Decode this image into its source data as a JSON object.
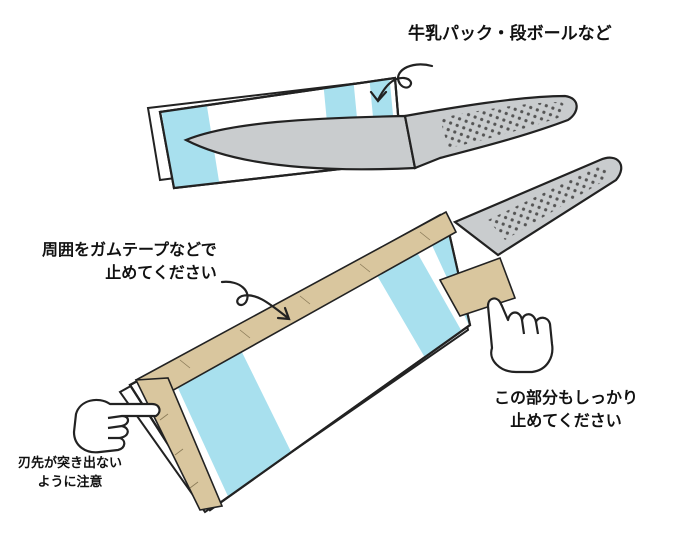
{
  "labels": {
    "material": "牛乳パック・段ボールなど",
    "wrap_line1": "周囲をガムテープなどで",
    "wrap_line2": "止めてください",
    "part_line1": "この部分もしっかり",
    "part_line2": "止めてください",
    "blade_line1": "刃先が突き出ない",
    "blade_line2": "ように注意"
  },
  "colors": {
    "outline": "#222222",
    "carton_blue": "#a8e0ee",
    "tape": "#d9c69e",
    "blade": "#c9ccce",
    "handle_dots": "#555555",
    "paper": "#ffffff"
  },
  "icons": [
    "knife-icon",
    "pointing-hand-icon",
    "curly-arrow-icon"
  ]
}
